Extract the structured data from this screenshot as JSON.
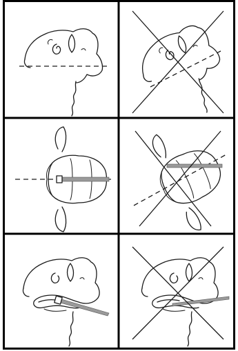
{
  "figure": {
    "columns": [
      "correct",
      "incorrect"
    ],
    "rows": [
      {
        "subject": "sheep-head-side-view",
        "guide": "dashed-line"
      },
      {
        "subject": "sheep-head-top-view",
        "guide": "dashed-line-with-probe"
      },
      {
        "subject": "sheep-head-side-view-with-probe",
        "guide": "probe"
      }
    ],
    "marks": {
      "incorrect": "x-cross"
    },
    "colors": {
      "ink": "#1a1a1a",
      "frame": "#000000",
      "probe_fill": "#9a9a9a",
      "background": "#ffffff"
    }
  }
}
